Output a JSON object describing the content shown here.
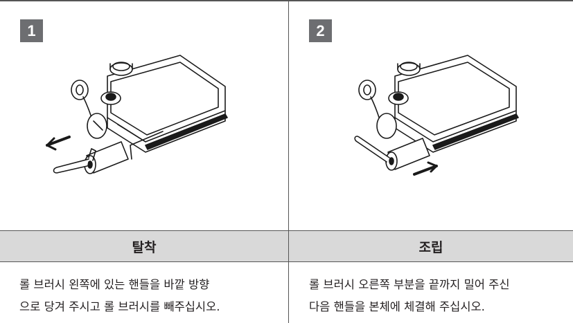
{
  "steps": [
    {
      "number": "1",
      "heading": "탈착",
      "description_lines": [
        "롤 브러시 왼쪽에 있는 핸들을 바깥 방향",
        "으로 당겨 주시고 롤 브러시를 빼주십시오."
      ]
    },
    {
      "number": "2",
      "heading": "조립",
      "description_lines": [
        "롤 브러시 오른쪽 부분을 끝까지 밀어 주신",
        "다음 핸들을 본체에 체결해 주십시오."
      ]
    }
  ],
  "colors": {
    "badge": "#6d6e71",
    "header_band": "#d9d9d9",
    "line": "#555555",
    "text": "#231f20"
  }
}
